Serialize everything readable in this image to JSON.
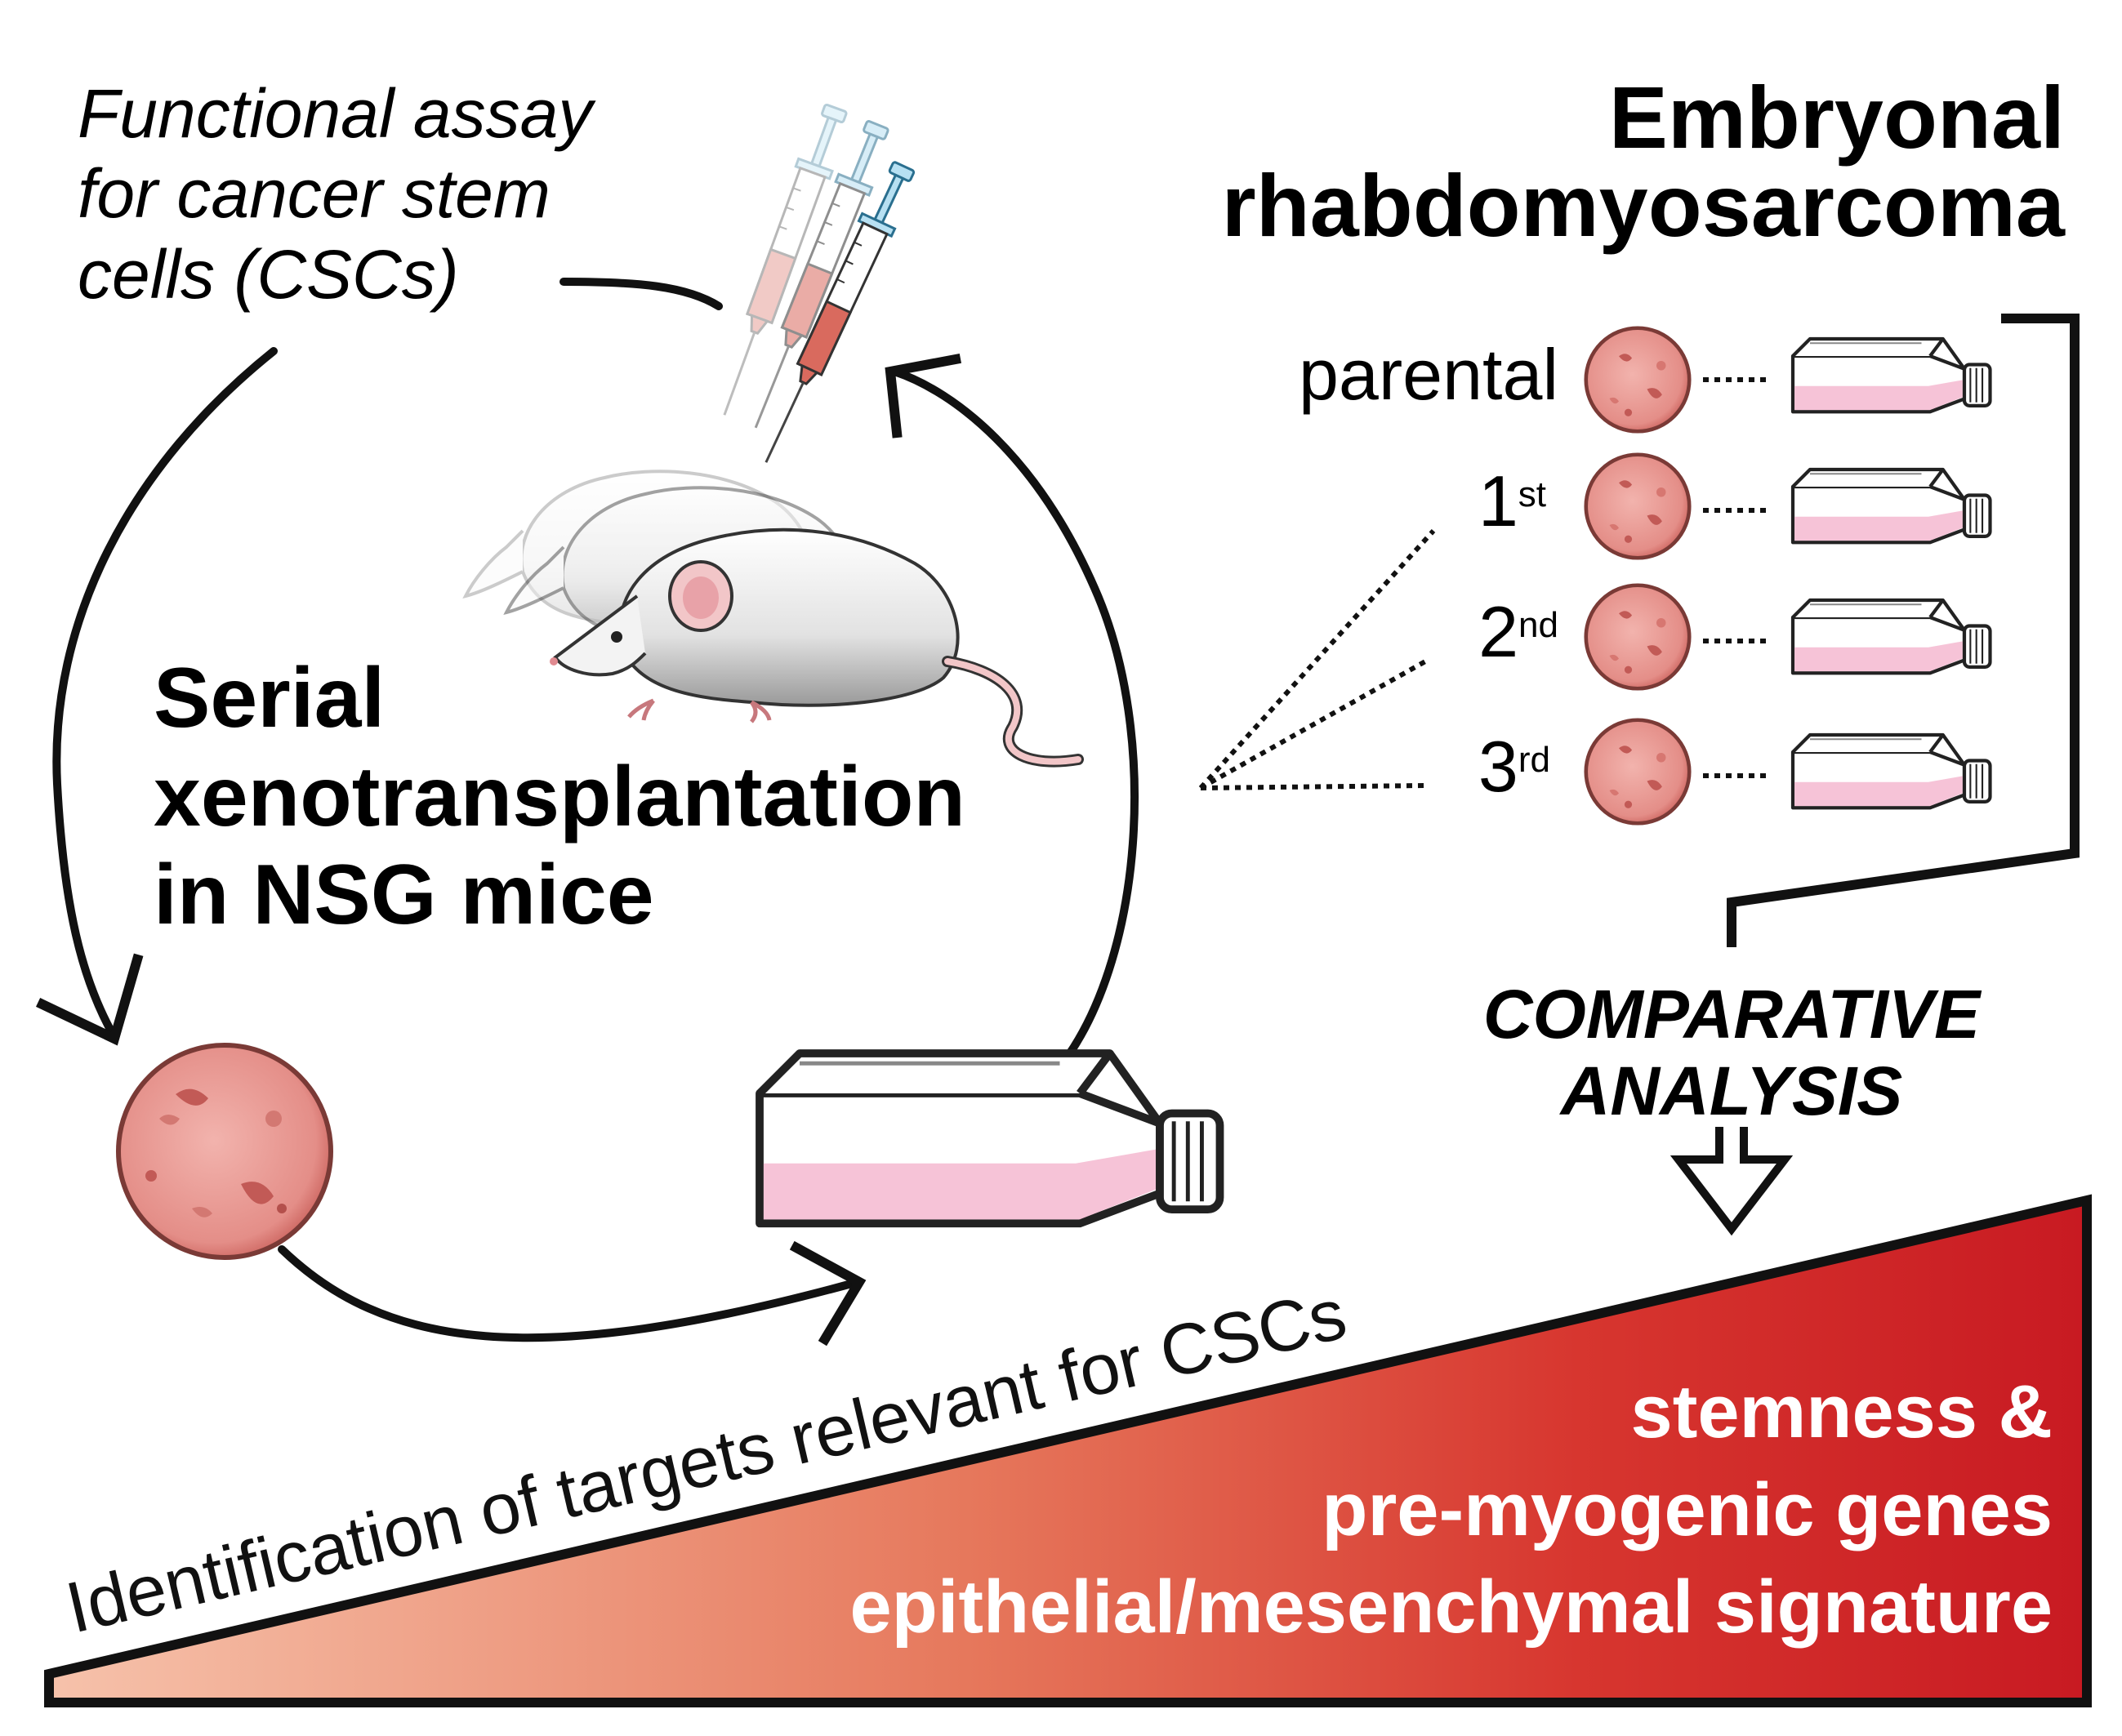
{
  "top_left_caption": [
    "Functional assay",
    "for cancer stem",
    "cells (CSCs)"
  ],
  "main_title": [
    "Serial",
    "xenotransplantation",
    "in NSG mice"
  ],
  "tumor_type": [
    "Embryonal",
    "rhabdomyosarcoma"
  ],
  "passages": [
    {
      "label": "parental",
      "sup": ""
    },
    {
      "label": "1",
      "sup": "st"
    },
    {
      "label": "2",
      "sup": "nd"
    },
    {
      "label": "3",
      "sup": "rd"
    }
  ],
  "analysis_label": [
    "COMPARATIVE",
    "ANALYSIS"
  ],
  "wedge_text": "Identification of targets relevant for CSCs",
  "results": [
    "stemness &",
    "pre-myogenic genes",
    "epithelial/mesenchymal signature"
  ],
  "colors": {
    "accent_red": "#cc1a22",
    "wedge_light": "#f3b59d",
    "tumor_fill": "#e79a96",
    "flask_medium": "#f4b8d0",
    "syringe_blue": "#9fd3ea",
    "syringe_red": "#d96a5e"
  }
}
